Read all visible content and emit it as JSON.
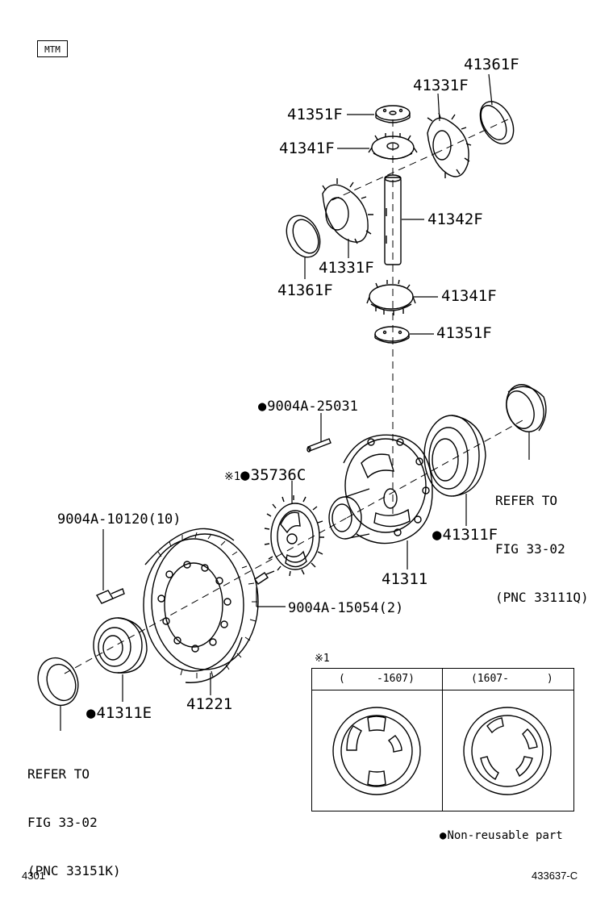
{
  "badge": "MTM",
  "labels": {
    "p41361F_top": "41361F",
    "p41331F_top": "41331F",
    "p41351F_top": "41351F",
    "p41341F_top": "41341F",
    "p41342F": "41342F",
    "p41331F_mid": "41331F",
    "p41361F_mid": "41361F",
    "p41341F_bot": "41341F",
    "p41351F_bot": "41351F",
    "p9004A25031": "9004A-25031",
    "p35736C_mark": "※1",
    "p35736C": "35736C",
    "p9004A10120": "9004A-10120(10)",
    "p41311F": "41311F",
    "p41311": "41311",
    "p9004A15054": "9004A-15054(2)",
    "p41221": "41221",
    "p41311E": "41311E"
  },
  "refer_right": [
    "REFER TO",
    "FIG 33-02",
    "(PNC 33111Q)"
  ],
  "refer_left": [
    "REFER TO",
    "FIG 33-02",
    "(PNC 33151K)"
  ],
  "inset": {
    "mark": "※1",
    "col1": "(     -1607)",
    "col2": "(1607-      )"
  },
  "legend": "Non-reusable part",
  "footer_left": "4301",
  "footer_right": "433637-C"
}
